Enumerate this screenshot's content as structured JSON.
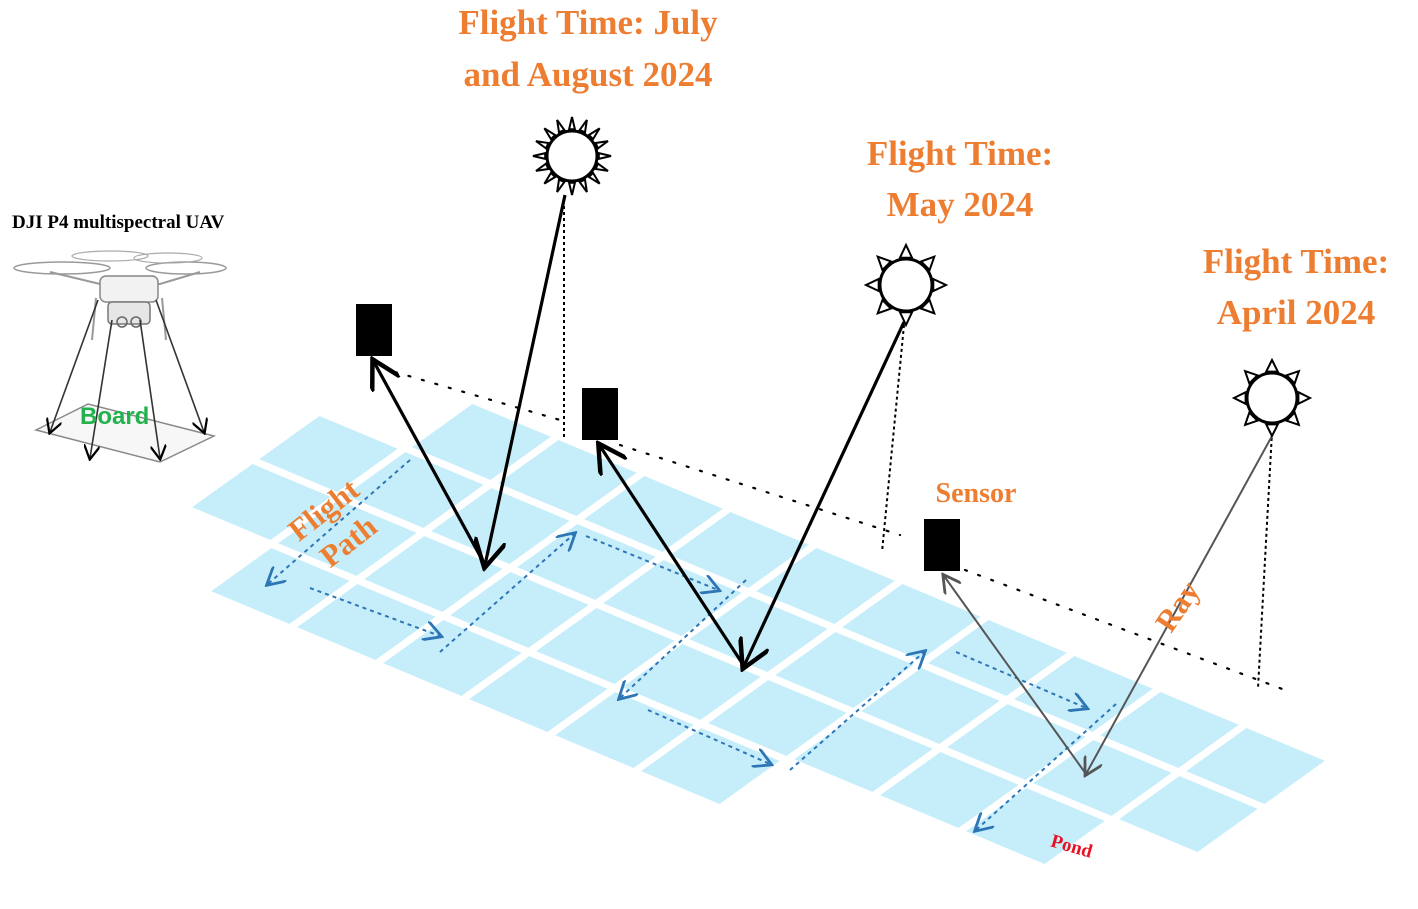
{
  "labels": {
    "drone": "DJI P4 multispectral UAV",
    "board": "Board",
    "flight_path_line1": "Flight",
    "flight_path_line2": "Path",
    "sensor": "Sensor",
    "ray": "Ray",
    "pond": "Pond"
  },
  "flight_times": [
    {
      "line1": "Flight Time: July",
      "line2": "and August 2024"
    },
    {
      "line1": "Flight Time:",
      "line2": "May 2024"
    },
    {
      "line1": "Flight Time:",
      "line2": "April 2024"
    }
  ],
  "colors": {
    "label_orange": "#ED7D31",
    "pond_fill": "#C6EEFA",
    "path_blue": "#2E75B6",
    "board_green": "#22B14C",
    "pond_red": "#E81123"
  },
  "icons": [
    "sun-icon",
    "sensor-icon",
    "drone-icon"
  ]
}
